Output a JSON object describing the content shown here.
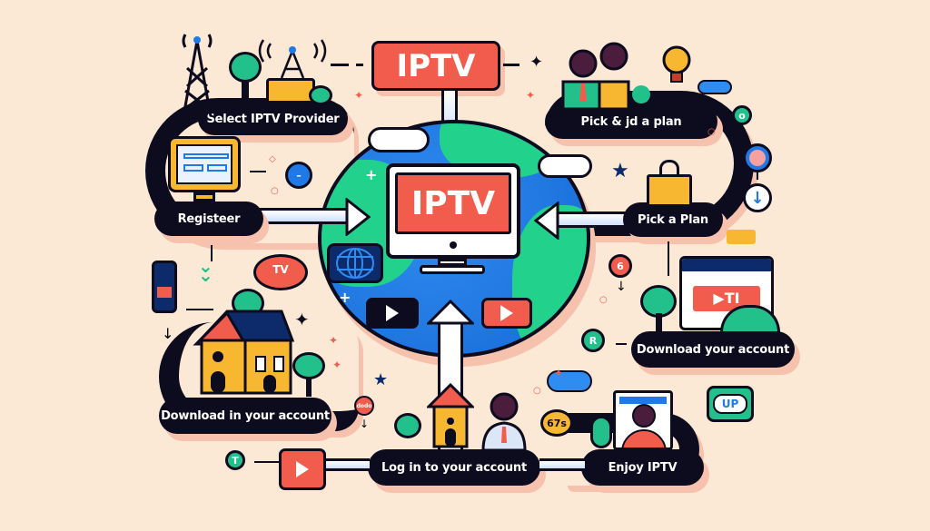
{
  "title": "IPTV",
  "center_screen": {
    "label": "IPTV"
  },
  "top_banner": {
    "label": "IPTV"
  },
  "steps": [
    {
      "id": "select-provider",
      "label": "Select IPTV Provider"
    },
    {
      "id": "pick-and-add-plan",
      "label": "Pick &  jd a plan"
    },
    {
      "id": "register",
      "label": "Registeer"
    },
    {
      "id": "pick-plan",
      "label": "Pick a Plan"
    },
    {
      "id": "download-your-account",
      "label": "Download your account"
    },
    {
      "id": "download-in-your-account",
      "label": "Download in your account"
    },
    {
      "id": "log-in",
      "label": "Log in  to your account"
    },
    {
      "id": "enjoy",
      "label": "Enjoy IPTV"
    }
  ],
  "badges": {
    "tv_bubble": "TV",
    "number_six": "6",
    "letter_r": "R",
    "letter_o": "o",
    "letter_t": "T",
    "up_sign": "UP",
    "coin": "67s",
    "small_red": "dodo",
    "tv_logo": "▶TI"
  },
  "colors": {
    "background": "#fbe8d5",
    "path": "#0d0b1e",
    "accent_red": "#f25c4d",
    "globe_blue": "#1f7ae8",
    "land_green": "#22d18b",
    "yellow": "#f7b731",
    "shadow_pink": "#f6c1ad"
  }
}
